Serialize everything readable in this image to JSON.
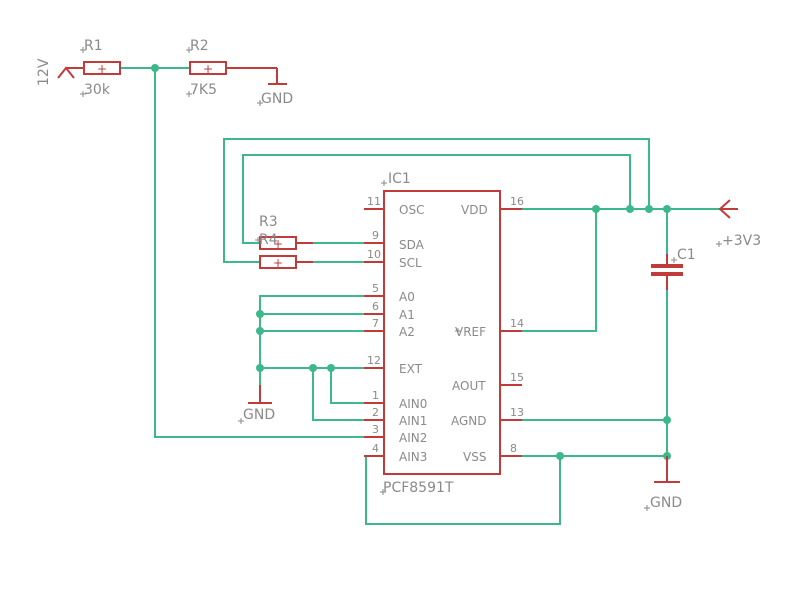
{
  "components": {
    "r1": {
      "name": "R1",
      "value": "30k"
    },
    "r2": {
      "name": "R2",
      "value": "7K5"
    },
    "r3": {
      "name": "R3"
    },
    "r4": {
      "name": "R4"
    },
    "c1": {
      "name": "C1"
    },
    "ic1": {
      "name": "IC1",
      "value": "PCF8591T"
    }
  },
  "power": {
    "v12": "12V",
    "v3v3": "+3V3",
    "gnd": "GND"
  },
  "resistor_symbol": "+",
  "pins_left": [
    {
      "num": "11",
      "name": "OSC"
    },
    {
      "num": "9",
      "name": "SDA"
    },
    {
      "num": "10",
      "name": "SCL"
    },
    {
      "num": "5",
      "name": "A0"
    },
    {
      "num": "6",
      "name": "A1"
    },
    {
      "num": "7",
      "name": "A2"
    },
    {
      "num": "12",
      "name": "EXT"
    },
    {
      "num": "1",
      "name": "AIN0"
    },
    {
      "num": "2",
      "name": "AIN1"
    },
    {
      "num": "3",
      "name": "AIN2"
    },
    {
      "num": "4",
      "name": "AIN3"
    }
  ],
  "pins_right": [
    {
      "num": "16",
      "name": "VDD"
    },
    {
      "num": "14",
      "name": "VREF"
    },
    {
      "num": "15",
      "name": "AOUT"
    },
    {
      "num": "13",
      "name": "AGND"
    },
    {
      "num": "8",
      "name": "VSS"
    }
  ],
  "colors": {
    "symbol": "#c23b3b",
    "net": "#3cb88a",
    "text": "#8a8a8a"
  }
}
